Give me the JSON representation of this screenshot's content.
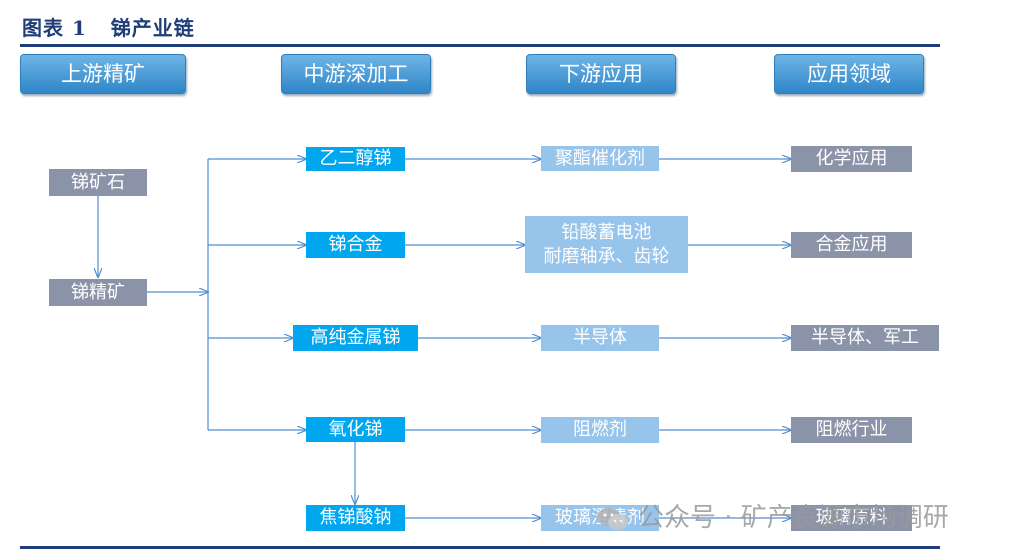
{
  "title": "图表 1   锑产业链",
  "headers": [
    "上游精矿",
    "中游深加工",
    "下游应用",
    "应用领域"
  ],
  "upstream": [
    "锑矿石",
    "锑精矿"
  ],
  "midstream": [
    "乙二醇锑",
    "锑合金",
    "高纯金属锑",
    "氧化锑",
    "焦锑酸钠"
  ],
  "downstream": [
    "聚酯催化剂",
    "铅酸蓄电池",
    "耐磨轴承、齿轮",
    "半导体",
    "阻燃剂",
    "玻璃澄清剂"
  ],
  "fields": [
    "化学应用",
    "合金应用",
    "半导体、军工",
    "阻燃行业",
    "玻璃原料"
  ],
  "watermark": "公众号 · 矿产资源市场调研",
  "colors": {
    "header": "#2f86c8",
    "grey": "#8a93a8",
    "cyan": "#00a6ee",
    "light": "#96c4ea",
    "line": "#4f8fd0",
    "rule": "#1f3d78"
  }
}
